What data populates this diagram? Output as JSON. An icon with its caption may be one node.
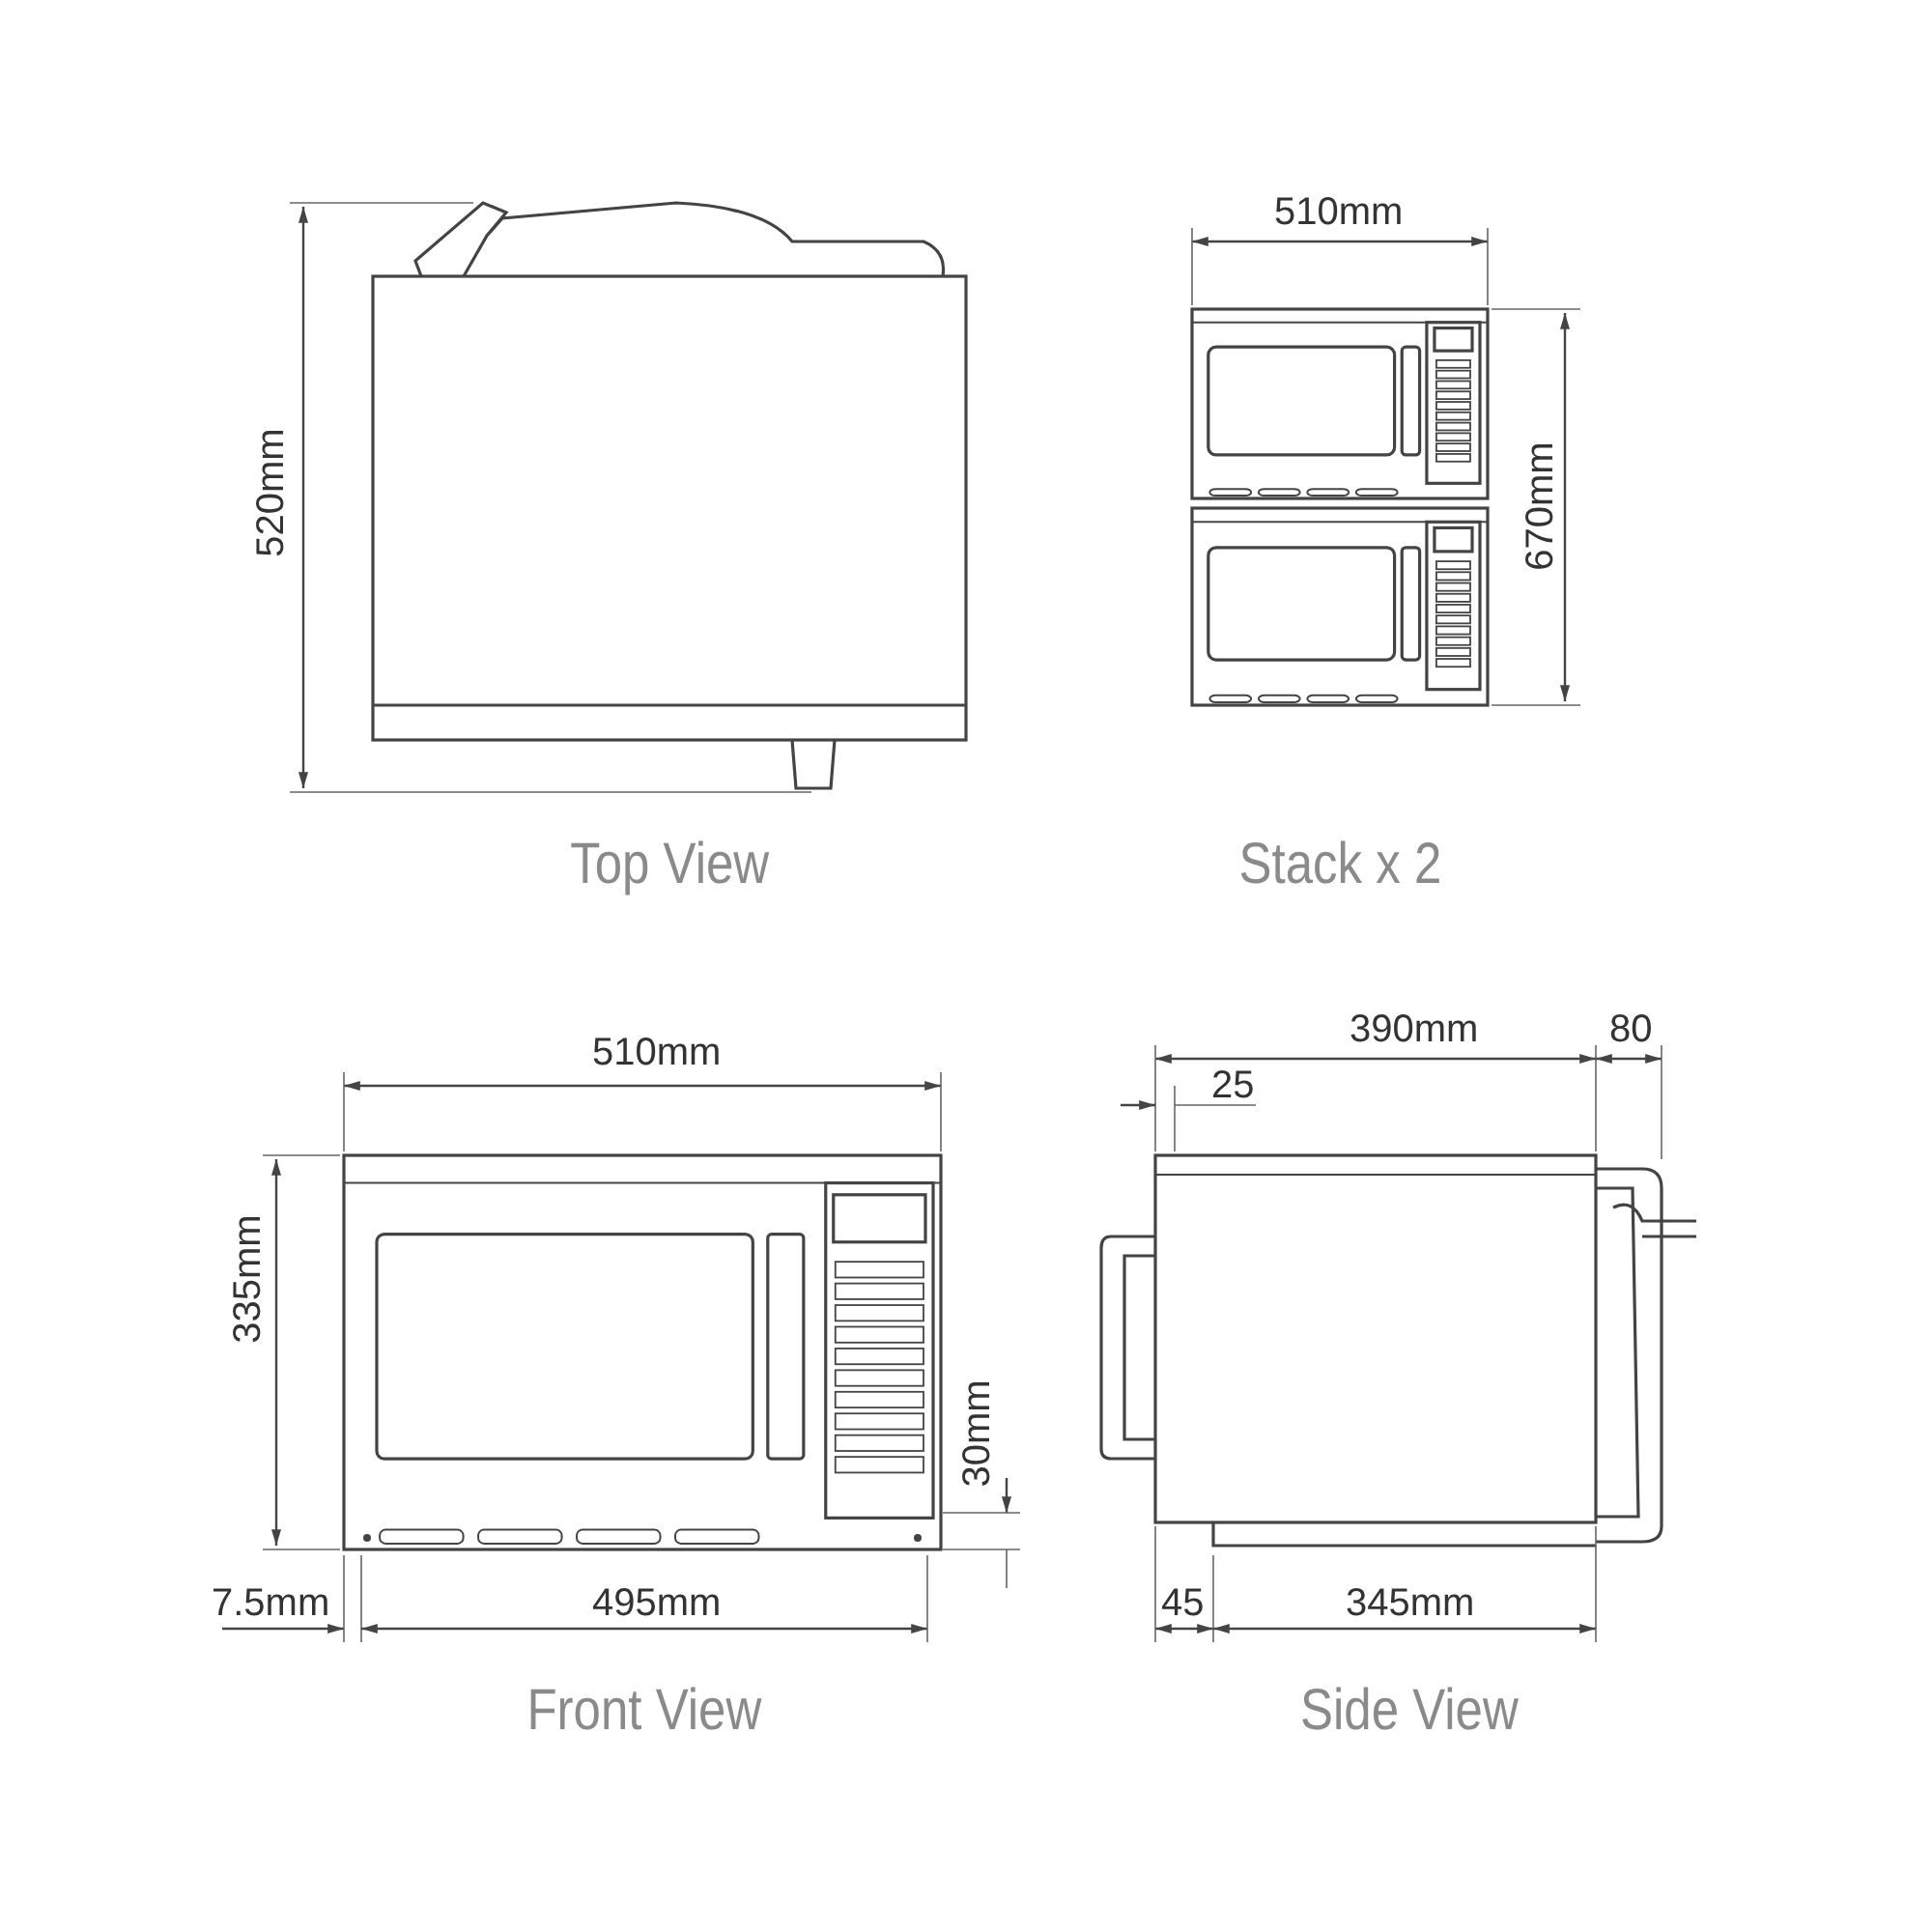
{
  "diagram": {
    "labels": [
      "510mm",
      "520mm",
      "670mm",
      "Top View",
      "Stack x 2",
      "510mm",
      "390mm",
      "80",
      "25",
      "335mm",
      "30mm",
      "7.5mm",
      "495mm",
      "45",
      "345mm",
      "Front View",
      "Side View"
    ]
  }
}
